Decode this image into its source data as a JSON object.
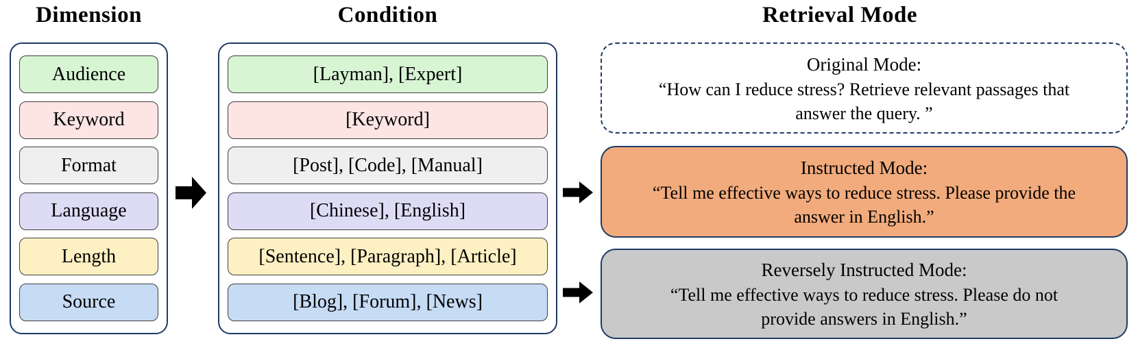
{
  "figure": {
    "dimension": {
      "title": "Dimension",
      "items": [
        {
          "label": "Audience",
          "color": "#d7f5d3"
        },
        {
          "label": "Keyword",
          "color": "#fce5e3"
        },
        {
          "label": "Format",
          "color": "#efefef"
        },
        {
          "label": "Language",
          "color": "#dedcf5"
        },
        {
          "label": "Length",
          "color": "#fdf0c2"
        },
        {
          "label": "Source",
          "color": "#c6dbf4"
        }
      ]
    },
    "condition": {
      "title": "Condition",
      "items": [
        {
          "label": "[Layman], [Expert]",
          "color": "#d7f5d3"
        },
        {
          "label": "[Keyword]",
          "color": "#fce5e3"
        },
        {
          "label": "[Post], [Code], [Manual]",
          "color": "#efefef"
        },
        {
          "label": "[Chinese], [English]",
          "color": "#dedcf5"
        },
        {
          "label": "[Sentence], [Paragraph], [Article]",
          "color": "#fdf0c2"
        },
        {
          "label": "[Blog], [Forum], [News]",
          "color": "#c6dbf4"
        }
      ]
    },
    "retrieval": {
      "title": "Retrieval Mode",
      "modes": [
        {
          "heading": "Original Mode:",
          "lines": [
            "“How can I reduce stress? Retrieve relevant passages that",
            "answer the query. ”"
          ],
          "bg": "#ffffff",
          "border_style": "dashed"
        },
        {
          "heading": "Instructed Mode:",
          "lines": [
            "“Tell me effective ways to reduce stress. Please provide the",
            "answer in English.”"
          ],
          "bg": "#f2ab7c",
          "border_style": "solid"
        },
        {
          "heading": "Reversely Instructed Mode:",
          "lines": [
            "“Tell me effective ways to reduce stress. Please do not",
            "provide answers in English.”"
          ],
          "bg": "#c9c9c9",
          "border_style": "solid"
        }
      ]
    },
    "arrow_color": "#000000",
    "border_color": "#1f3a63"
  }
}
